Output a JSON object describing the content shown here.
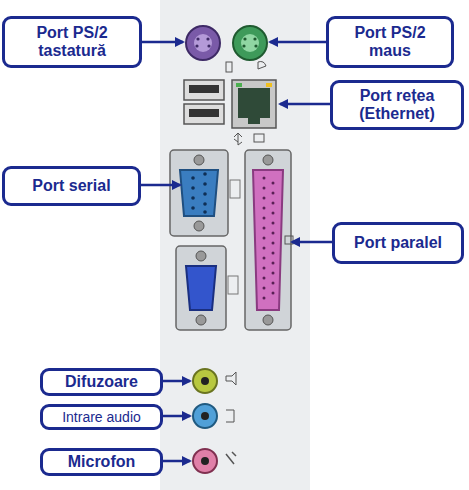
{
  "diagram": {
    "nodes": [
      {
        "text": [
          "Port PS/2 tastatură"
        ]
      },
      {
        "text": [
          "Port PS/2 maus"
        ]
      },
      {
        "text": [
          "Port rețea (Ethernet)"
        ]
      },
      {
        "text": [
          "Port serial"
        ]
      },
      {
        "text": [
          "Port paralel"
        ]
      },
      {
        "text": [
          "Difuzoare"
        ]
      },
      {
        "text": [
          "Intrare audio"
        ]
      },
      {
        "text": [
          "Microfon"
        ]
      }
    ]
  }
}
